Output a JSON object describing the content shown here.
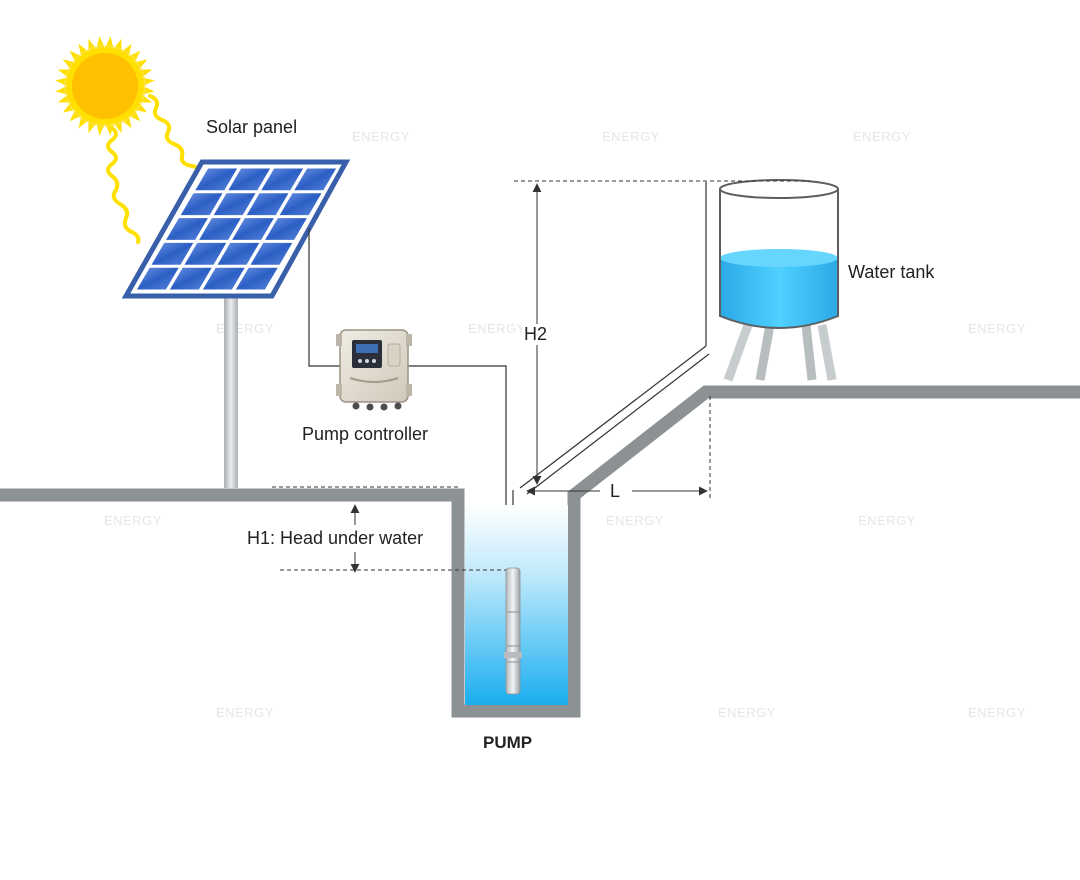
{
  "labels": {
    "solar_panel": "Solar panel",
    "pump_controller": "Pump controller",
    "water_tank": "Water tank",
    "h2": "H2",
    "l": "L",
    "h1": "H1: Head under water",
    "pump": "PUMP"
  },
  "watermark": "ENERGY",
  "colors": {
    "ground": "#8c9193",
    "sun_core": "#ffc000",
    "sun_rays": "#ffe000",
    "panel_frame": "#3a5faa",
    "panel_cell": "#2f64c8",
    "water": "#29b7f0",
    "line": "#333333"
  }
}
